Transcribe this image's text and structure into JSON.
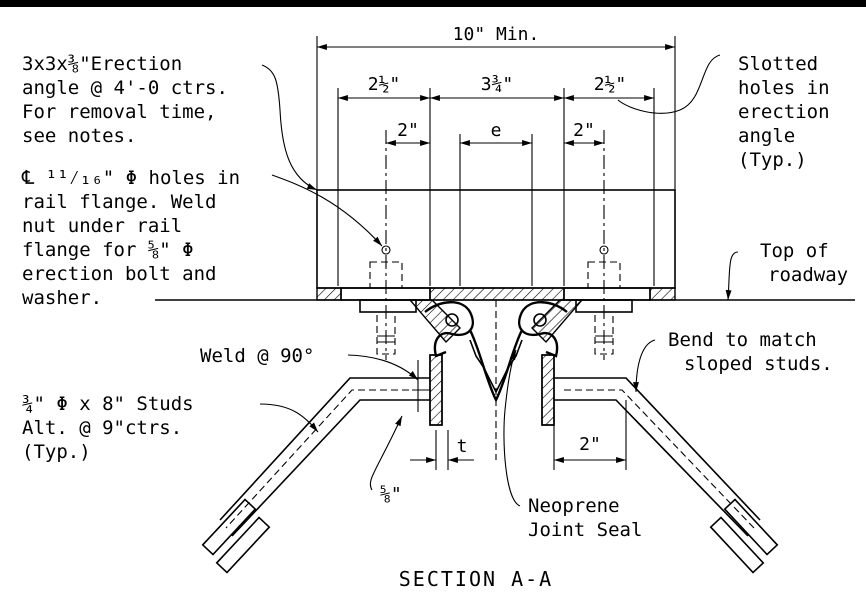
{
  "title": "SECTION A-A",
  "dimensions": {
    "overall": "10\" Min.",
    "left_span": "2½\"",
    "middle_span": "3¾\"",
    "right_span": "2½\"",
    "left_inner": "2\"",
    "gap": "e",
    "right_inner": "2\"",
    "t": "t",
    "stud_spacing": "2\"",
    "five_eighths": "⅝\""
  },
  "notes": {
    "erection_angle": [
      "3x3x⅜\"Erection",
      "angle @ 4'-0 ctrs.",
      "For removal time,",
      "see notes."
    ],
    "holes": [
      "℄ ¹¹⁄₁₆\" Φ holes in",
      "rail flange. Weld",
      "nut under rail",
      "flange for ⅝\" Φ",
      "erection bolt and",
      "washer."
    ],
    "slotted": [
      "Slotted",
      "holes in",
      "erection",
      "angle",
      "(Typ.)"
    ],
    "top_of_roadway": [
      "Top of",
      "roadway"
    ],
    "bend": [
      "Bend to match",
      "sloped studs."
    ],
    "weld": "Weld @ 90°",
    "studs": [
      "¾\" Φ x 8\" Studs",
      "Alt. @ 9\"ctrs.",
      "(Typ.)"
    ],
    "neoprene": [
      "Neoprene",
      "Joint Seal"
    ]
  }
}
